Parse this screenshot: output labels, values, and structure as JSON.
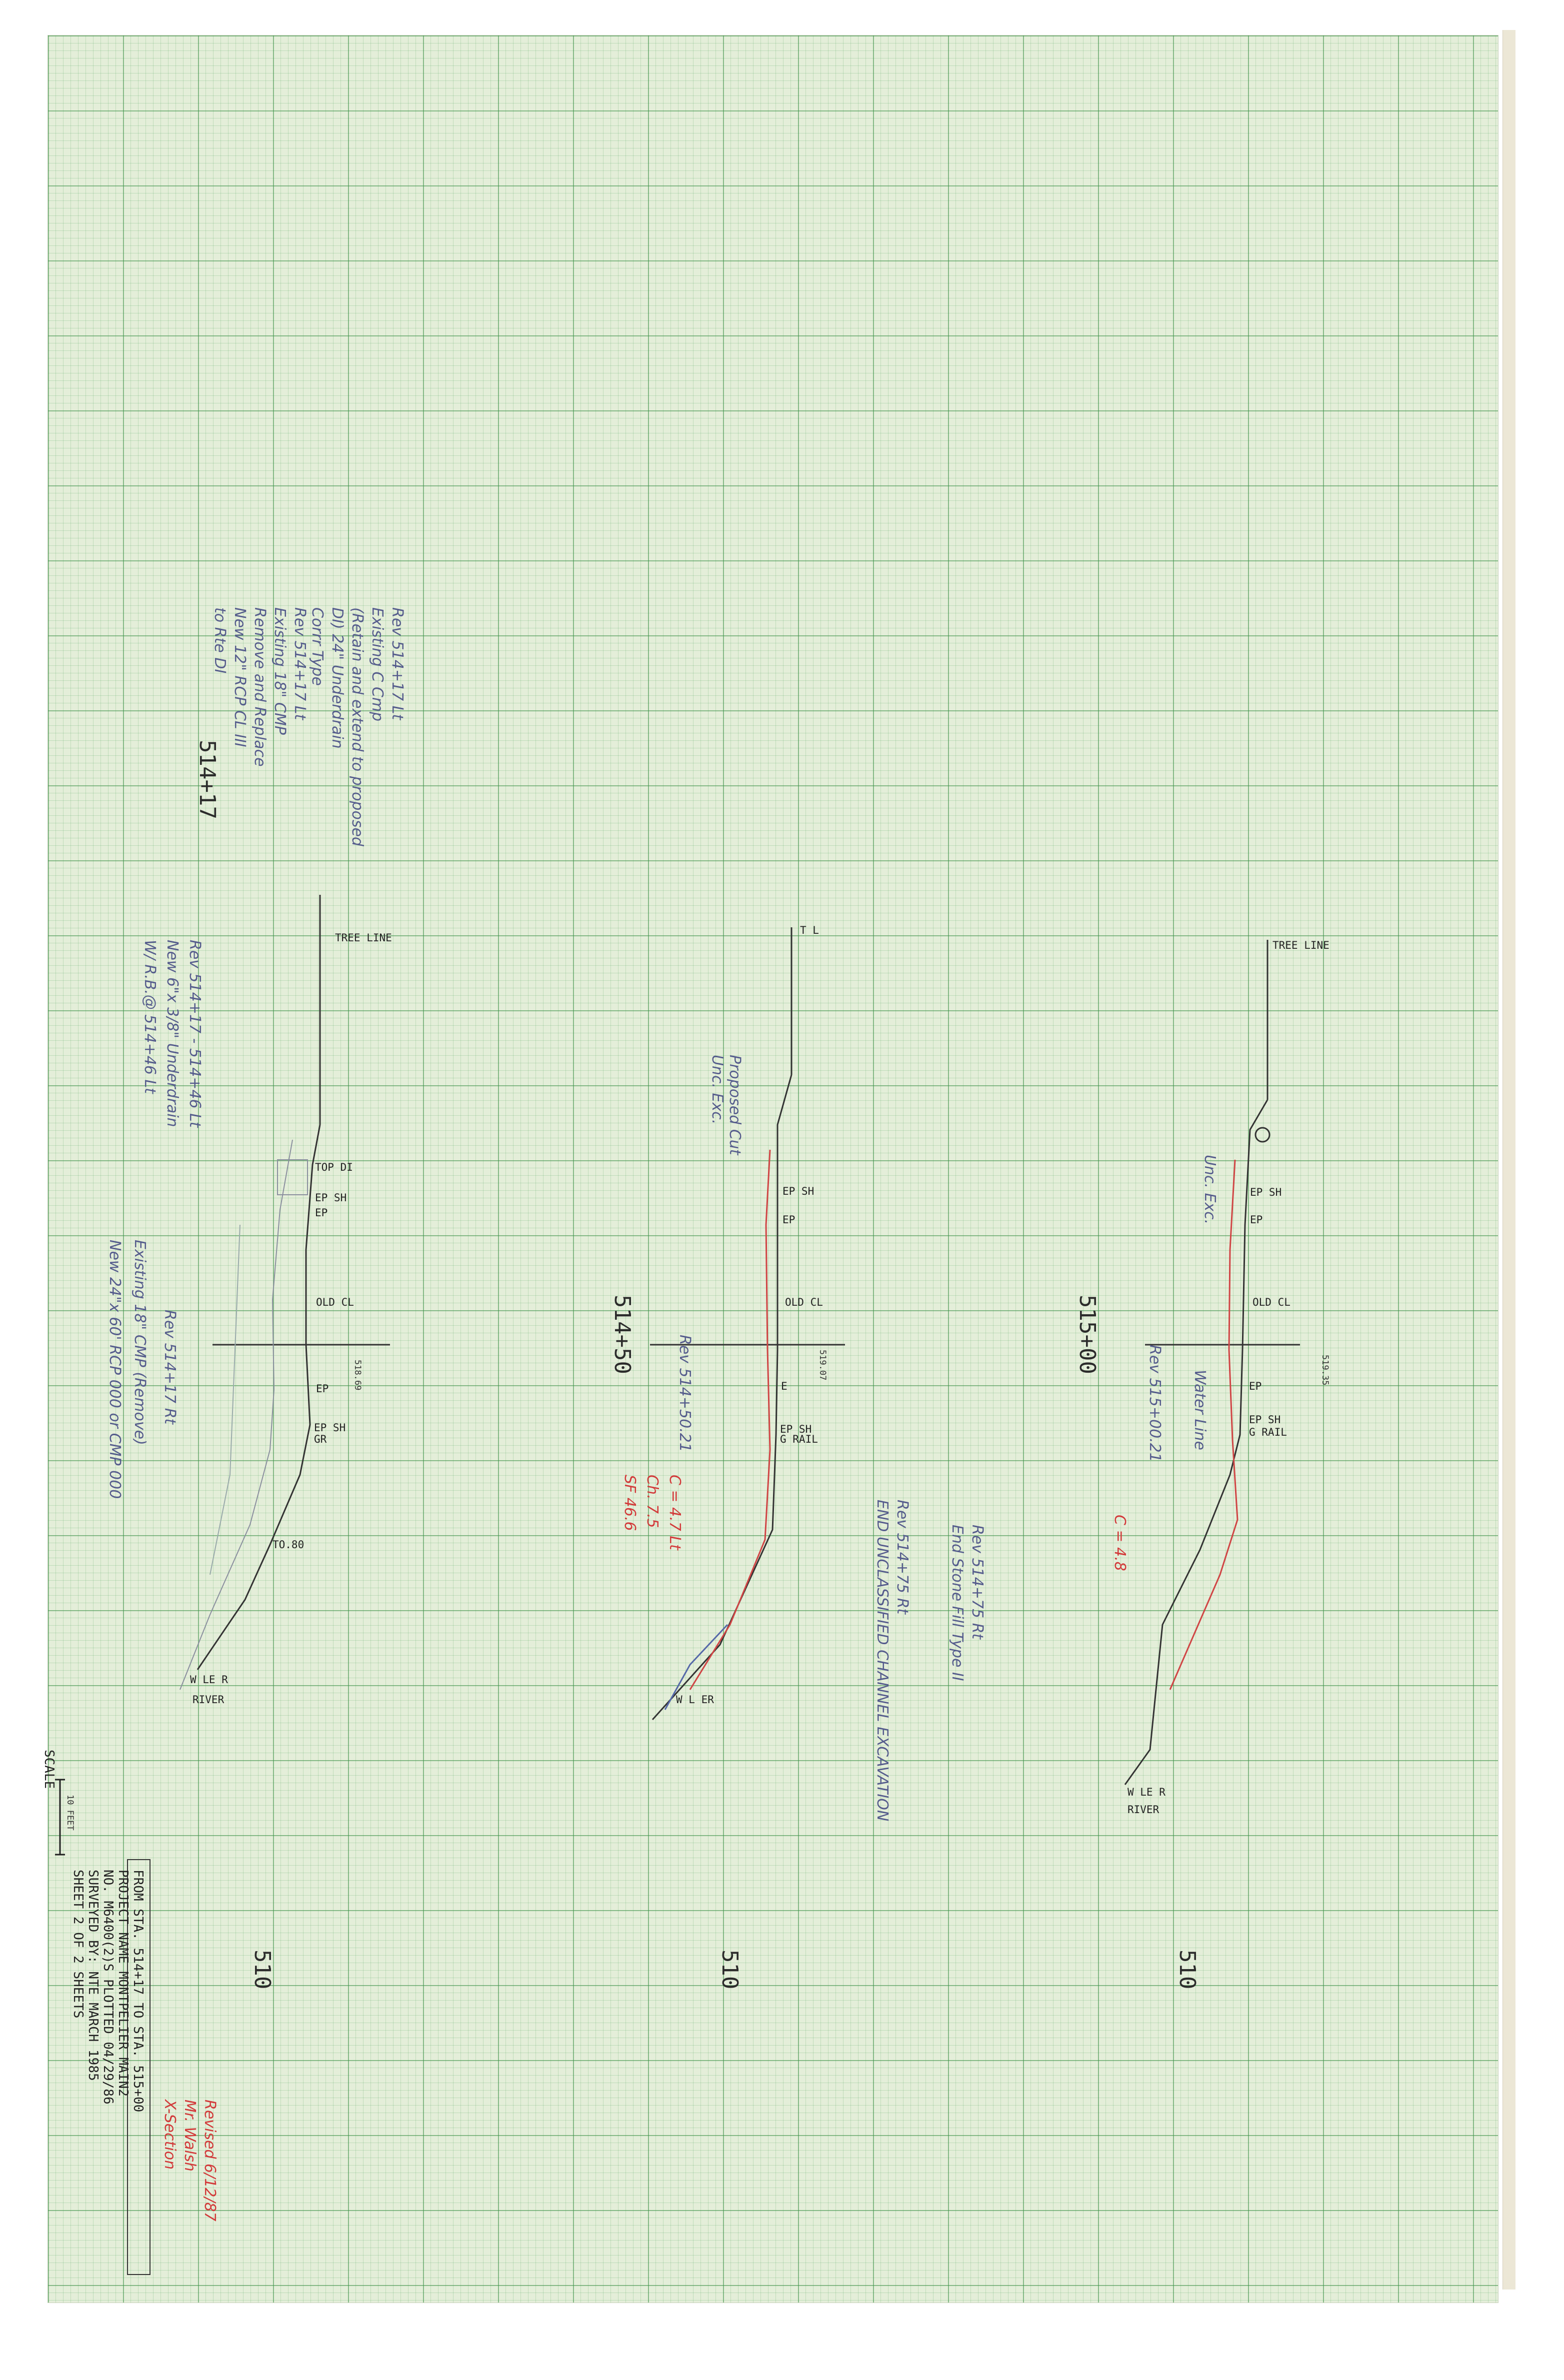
{
  "sections": [
    {
      "station": "514+17",
      "elev_510": "510",
      "labels": {
        "tree_line": "TREE LINE",
        "top_di": "TOP DI",
        "ep_sh_top": "EP SH",
        "ep_top": "EP",
        "old_cl": "OLD CL",
        "ep_bottom": "EP",
        "ep_sh_bottom": "EP SH",
        "gr": "GR",
        "to": "TO.80",
        "wle": "W LE R",
        "river": "RIVER",
        "elev": "518.69"
      },
      "notes_top": [
        "Rev 514+17 Lt",
        "Existing C Cmp",
        "(Retain and extend to proposed",
        "DI) 24\" Underdrain",
        "Corrr Type"
      ],
      "notes_mid": [
        "Rev 514+17 Lt",
        "Existing 18\" CMP",
        "Remove and Replace",
        "New 12\" RCP CL III",
        "to Rte DI"
      ],
      "notes_right": [
        "Rev 514+17 - 514+46 Lt",
        "New 6\"x 3/8\" Underdrain",
        "W/ R.B.@ 514+46 Lt"
      ],
      "notes_bottom": [
        "Rev 514+17 Rt",
        "Existing 18\" CMP (Remove)",
        "New 24\"x 60' RCP 000 or CMP 000"
      ]
    },
    {
      "station": "514+50",
      "elev_510": "510",
      "labels": {
        "tree_line": "T L",
        "ep_sh_top": "EP SH",
        "ep_top": "EP",
        "old_cl": "OLD CL",
        "ep_bottom": "E",
        "ep_sh_bottom": "EP SH",
        "g_rail": "G RAIL",
        "wle": "W L ER",
        "elev": "519.07"
      },
      "notes_left": [
        "Rev 514+50.21",
        "Proposed Cut",
        "Unc. Exc."
      ],
      "notes_red": [
        "C = 4.7 Lt",
        "Ch. 7.5",
        "SF 46.6"
      ]
    },
    {
      "station": "515+00",
      "elev_510": "510",
      "labels": {
        "tree_line": "TREE LINE",
        "ep_sh_top": "EP SH",
        "ep_top": "EP",
        "old_cl": "OLD CL",
        "ep_bottom": "EP",
        "ep_sh_bottom": "EP SH",
        "g_rail": "G RAIL",
        "wle": "W LE R",
        "river": "RIVER",
        "elev": "519.35"
      },
      "notes_left": [
        "Rev 515+00.21",
        "Unc. Exc.",
        "Water Line"
      ],
      "notes_red": [
        "C = 4.8"
      ]
    }
  ],
  "mid_notes": [
    "Rev 514+75 Rt",
    "End Stone Fill Type II",
    "Rev 514+75 Rt",
    "END UNCLASSIFIED CHANNEL EXCAVATION"
  ],
  "scale": {
    "label": "SCALE",
    "value": "10 FEET"
  },
  "title_block": {
    "line1": "FROM STA. 514+17   TO STA. 515+00",
    "line2": "PROJECT NAME   MONTPELIER   MAIN2",
    "line3": "NO.   M6400(2)S   PLOTTED 04/29/86",
    "line4": "SURVEYED BY:   NTE   MARCH 1985",
    "line5": "SHEET 2 OF 2 SHEETS"
  },
  "handwritten_right": [
    "Revised 6/12/87",
    "Mr. Walsh",
    "X-Section"
  ]
}
